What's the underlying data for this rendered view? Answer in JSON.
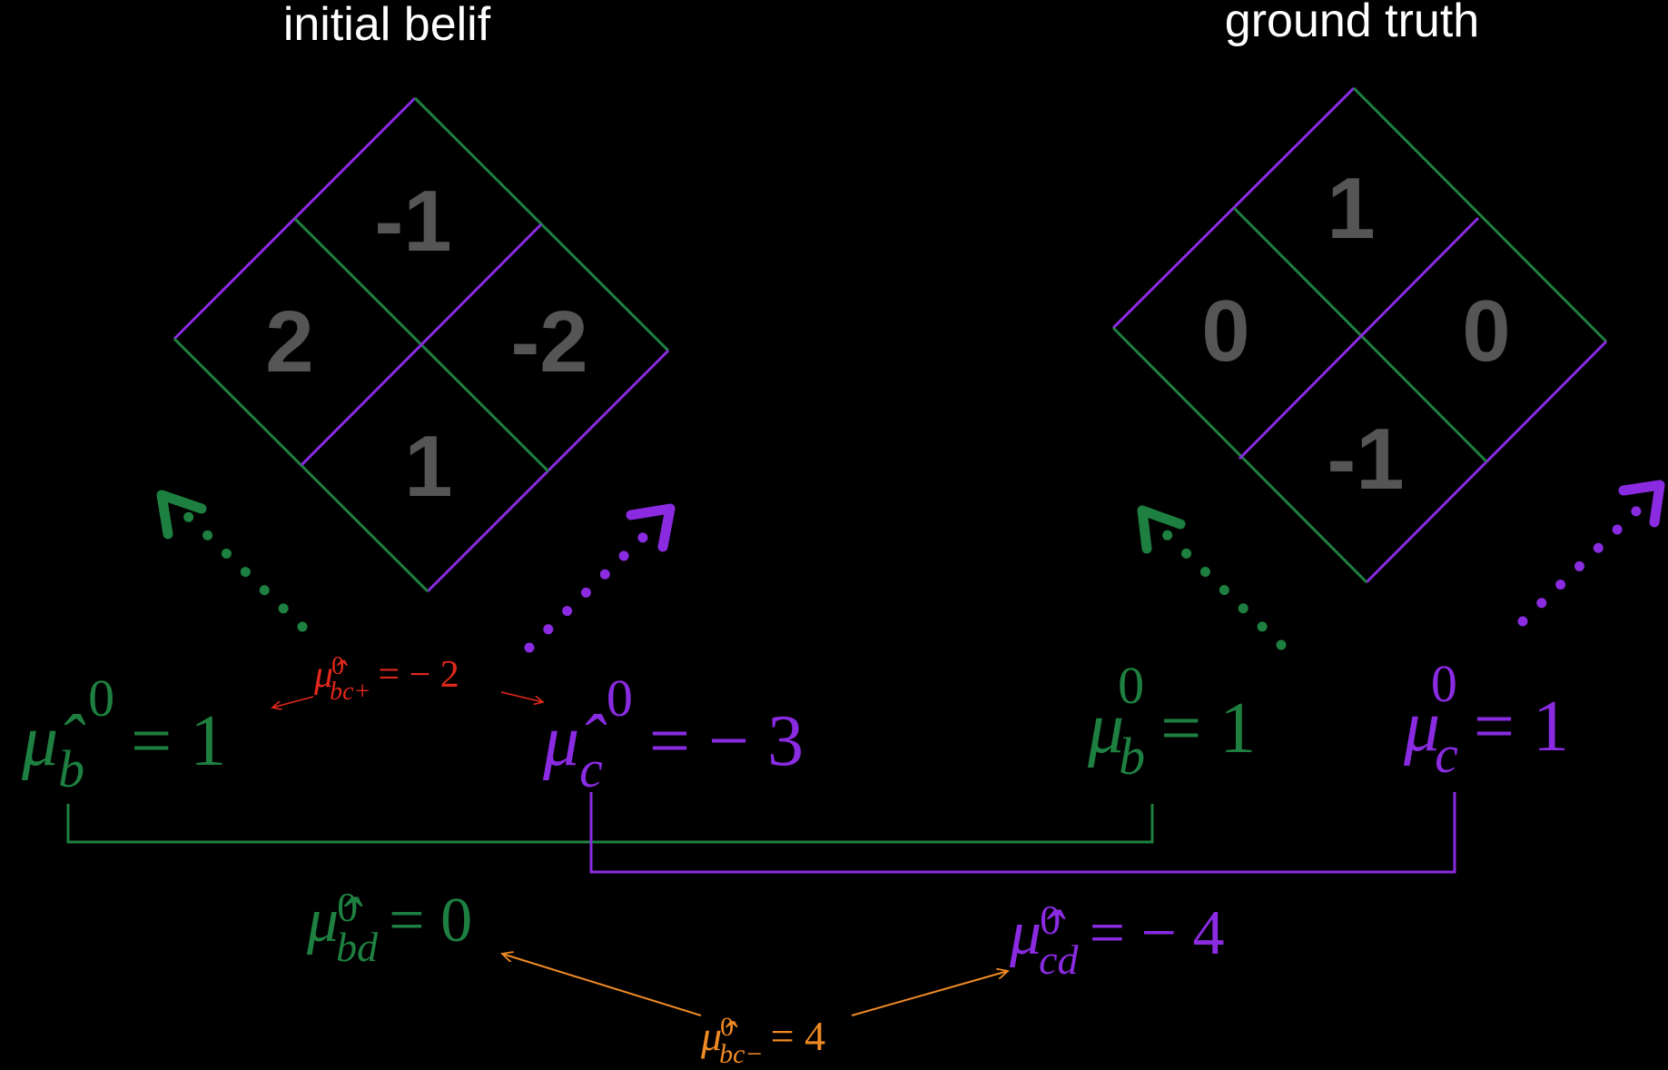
{
  "titles": {
    "left": "initial belif",
    "right": "ground truth"
  },
  "grids": {
    "left": {
      "top": "-1",
      "left": "2",
      "right": "-2",
      "bottom": "1"
    },
    "right": {
      "top": "1",
      "left": "0",
      "right": "0",
      "bottom": "-1"
    }
  },
  "equations": {
    "mu_b_hat": {
      "base": "μ̂",
      "sub": "b",
      "sup": "0",
      "rhs": "= 1"
    },
    "mu_c_hat": {
      "base": "μ̂",
      "sub": "c",
      "sup": "0",
      "rhs": "= − 3"
    },
    "mu_b": {
      "base": "μ",
      "sub": "b",
      "sup": "0",
      "rhs": "= 1"
    },
    "mu_c": {
      "base": "μ",
      "sub": "c",
      "sup": "0",
      "rhs": "= 1"
    },
    "mu_bc_plus": {
      "base": "μ̂",
      "sub": "bc+",
      "sup": "0",
      "rhs": "= − 2"
    },
    "mu_bd_hat": {
      "base": "μ̂",
      "sub": "bd",
      "sup": "0",
      "rhs": "= 0"
    },
    "mu_cd_hat": {
      "base": "μ̂",
      "sub": "cd",
      "sup": "0",
      "rhs": "= − 4"
    },
    "mu_bc_minus": {
      "base": "μ̂",
      "sub": "bc−",
      "sup": "0",
      "rhs": "= 4"
    }
  },
  "colors": {
    "green": "#1e8040",
    "purple": "#8a2be2",
    "red": "#e2281c",
    "orange": "#f08a24",
    "cell_text": "#555555"
  }
}
